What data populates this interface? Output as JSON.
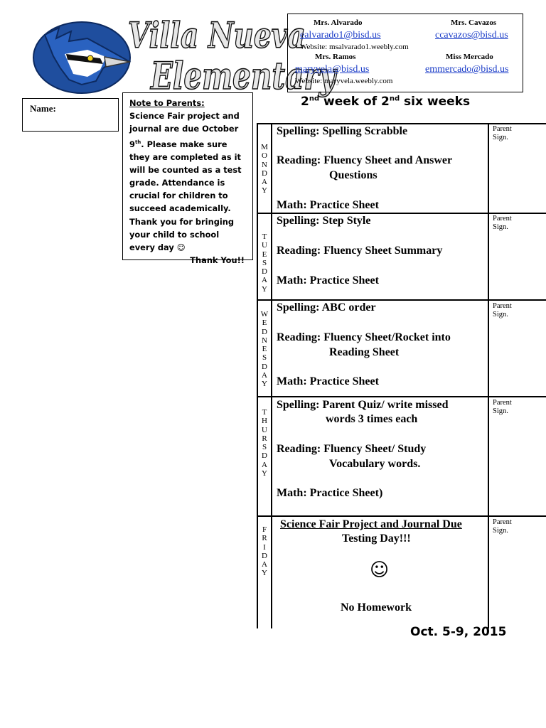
{
  "school": {
    "line1": "Villa Nueva",
    "line2": "Elementary",
    "logo_icon": "blue-jay-mascot-icon"
  },
  "teachers": [
    {
      "name": "Mrs. Alvarado",
      "email": "ealvarado1@bisd.us",
      "website": "Website: msalvarado1.weebly.com"
    },
    {
      "name": "Mrs. Cavazos",
      "email": "ccavazos@bisd.us"
    },
    {
      "name": "Mrs. Ramos",
      "email": "maryvela@bisd.us",
      "website": "Website: maryvela.weebly.com"
    },
    {
      "name": "Miss Mercado",
      "email": "emmercado@bisd.us"
    }
  ],
  "name_label": "Name:",
  "note": {
    "title": "Note to Parents:",
    "text_a": "Science Fair project and journal are due October 9",
    "text_sup": "th",
    "text_b": ". Please make sure they are completed as it will be counted as a test grade. Attendance is crucial for children to succeed academically. Thank you for bringing your child to school every day ☺",
    "thanks": "Thank You!!"
  },
  "week_title": {
    "p1": "2",
    "s1": "nd",
    "p2": " week of 2",
    "s2": "nd",
    "p3": " six weeks"
  },
  "parent_sign": "Parent Sign.",
  "days": [
    {
      "letters": [
        "M",
        "O",
        "N",
        "D",
        "A",
        "Y"
      ],
      "spelling": "Spelling:  Spelling Scrabble",
      "reading_1": "Reading: Fluency Sheet and Answer",
      "reading_2": "Questions",
      "math": "Math: Practice Sheet"
    },
    {
      "letters": [
        "T",
        "U",
        "E",
        "S",
        "D",
        "A",
        "Y"
      ],
      "spelling": "Spelling: Step Style",
      "reading_1": "Reading: Fluency Sheet Summary",
      "math": "Math: Practice Sheet"
    },
    {
      "letters": [
        "W",
        "E",
        "D",
        "N",
        "E",
        "S",
        "D",
        "A",
        "Y"
      ],
      "spelling": "Spelling: ABC order",
      "reading_1": "Reading: Fluency Sheet/Rocket into",
      "reading_2": "Reading Sheet",
      "math": "Math: Practice Sheet"
    },
    {
      "letters": [
        "T",
        "H",
        "U",
        "R",
        "S",
        "D",
        "A",
        "Y"
      ],
      "spelling_1": "Spelling: Parent Quiz/ write missed",
      "spelling_2": "words 3 times each",
      "reading_1": "Reading: Fluency Sheet/ Study",
      "reading_2": "Vocabulary words.",
      "math": "Math: Practice Sheet)"
    },
    {
      "letters": [
        "F",
        "R",
        "I",
        "D",
        "A",
        "Y"
      ],
      "line1": "Science Fair Project and Journal Due",
      "line2": "Testing Day!!!",
      "smiley": "☺",
      "line3": "No Homework"
    }
  ],
  "date_range": "Oct. 5-9, 2015"
}
